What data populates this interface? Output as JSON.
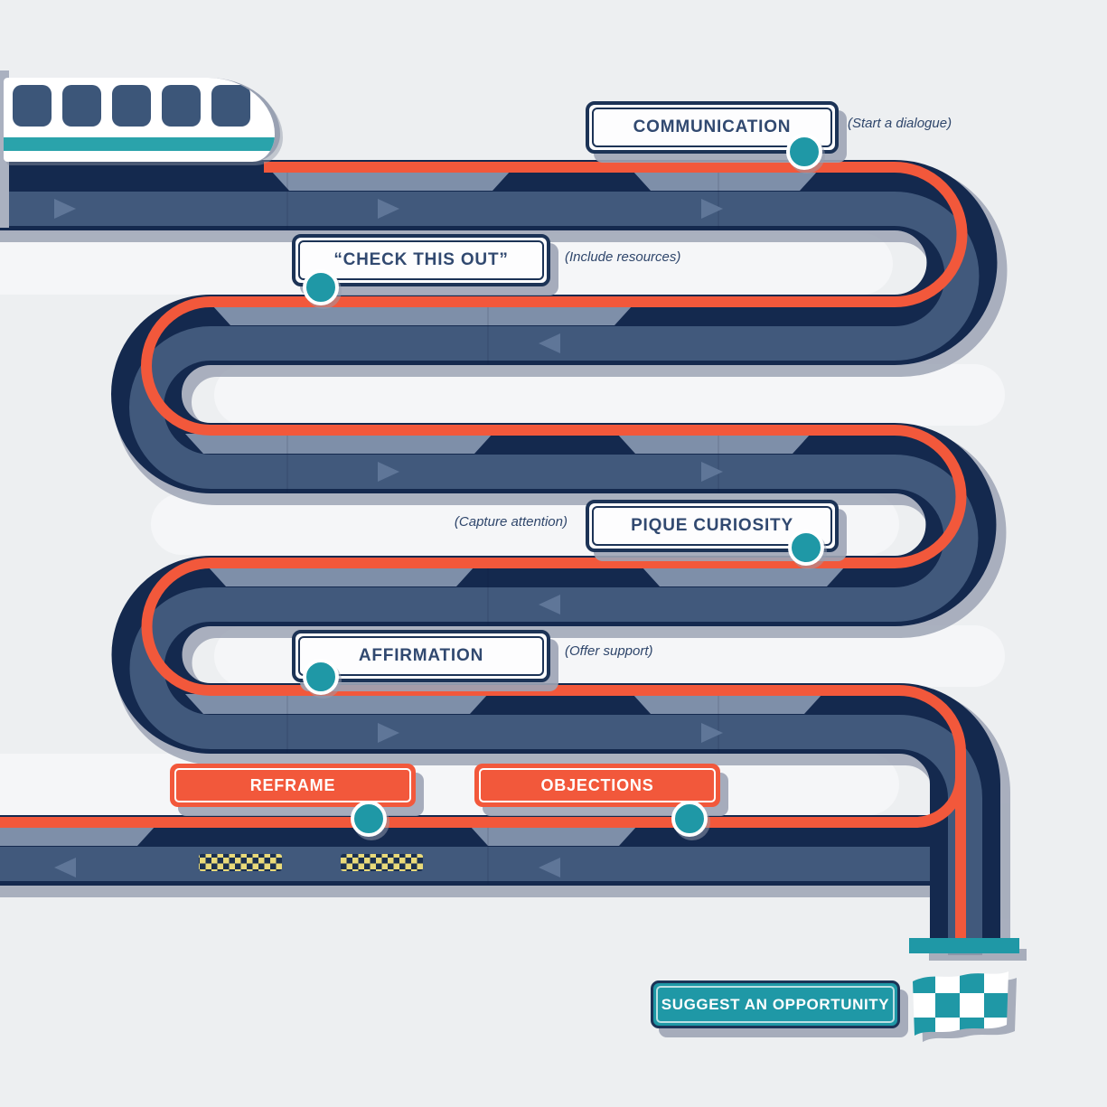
{
  "stops": [
    {
      "id": "communication",
      "label": "COMMUNICATION",
      "note": "(Start a dialogue)"
    },
    {
      "id": "check-this-out",
      "label": "“CHECK THIS OUT”",
      "note": "(Include resources)"
    },
    {
      "id": "pique-curiosity",
      "label": "PIQUE CURIOSITY",
      "note": "(Capture attention)"
    },
    {
      "id": "affirmation",
      "label": "AFFIRMATION",
      "note": "(Offer support)"
    },
    {
      "id": "reframe",
      "label": "REFRAME",
      "note": ""
    },
    {
      "id": "objections",
      "label": "OBJECTIONS",
      "note": ""
    },
    {
      "id": "suggest",
      "label": "SUGGEST AN OPPORTUNITY",
      "note": ""
    }
  ],
  "colors": {
    "background": "#edeff1",
    "accent_orange": "#f2583b",
    "accent_teal": "#1f98a6",
    "road_navy": "#14294e",
    "road_slate": "#41597c",
    "band_light": "#7e8fa9",
    "rumble_yellow": "#e9da79",
    "shadow_gray": "#9aa1b2"
  }
}
